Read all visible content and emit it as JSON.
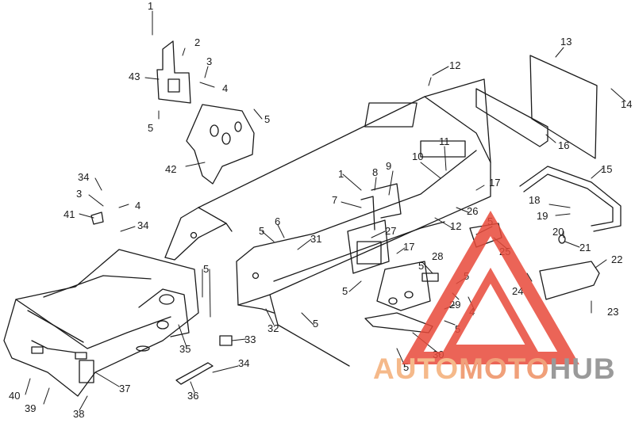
{
  "diagram": {
    "callouts": [
      {
        "id": "c1a",
        "label": "1"
      },
      {
        "id": "c2",
        "label": "2"
      },
      {
        "id": "c3a",
        "label": "3"
      },
      {
        "id": "c4a",
        "label": "4"
      },
      {
        "id": "c43",
        "label": "43"
      },
      {
        "id": "c5a",
        "label": "5"
      },
      {
        "id": "c5b",
        "label": "5"
      },
      {
        "id": "c42",
        "label": "42"
      },
      {
        "id": "c12a",
        "label": "12"
      },
      {
        "id": "c13",
        "label": "13"
      },
      {
        "id": "c14",
        "label": "14"
      },
      {
        "id": "c16",
        "label": "16"
      },
      {
        "id": "c15",
        "label": "15"
      },
      {
        "id": "c11",
        "label": "11"
      },
      {
        "id": "c10",
        "label": "10"
      },
      {
        "id": "c9",
        "label": "9"
      },
      {
        "id": "c8",
        "label": "8"
      },
      {
        "id": "c1b",
        "label": "1"
      },
      {
        "id": "c7",
        "label": "7"
      },
      {
        "id": "c17a",
        "label": "17"
      },
      {
        "id": "c26",
        "label": "26"
      },
      {
        "id": "c12b",
        "label": "12"
      },
      {
        "id": "c18",
        "label": "18"
      },
      {
        "id": "c19",
        "label": "19"
      },
      {
        "id": "c20",
        "label": "20"
      },
      {
        "id": "c21",
        "label": "21"
      },
      {
        "id": "c34a",
        "label": "34"
      },
      {
        "id": "c3b",
        "label": "3"
      },
      {
        "id": "c4b",
        "label": "4"
      },
      {
        "id": "c41",
        "label": "41"
      },
      {
        "id": "c34b",
        "label": "34"
      },
      {
        "id": "c6",
        "label": "6"
      },
      {
        "id": "c5c",
        "label": "5"
      },
      {
        "id": "c31",
        "label": "31"
      },
      {
        "id": "c27",
        "label": "27"
      },
      {
        "id": "c5d",
        "label": "5"
      },
      {
        "id": "c25",
        "label": "25"
      },
      {
        "id": "c17b",
        "label": "17"
      },
      {
        "id": "c5e",
        "label": "5"
      },
      {
        "id": "c28",
        "label": "28"
      },
      {
        "id": "c22",
        "label": "22"
      },
      {
        "id": "c5f",
        "label": "5"
      },
      {
        "id": "c5g",
        "label": "5"
      },
      {
        "id": "c24",
        "label": "24"
      },
      {
        "id": "c5h",
        "label": "5"
      },
      {
        "id": "c29",
        "label": "29"
      },
      {
        "id": "c4c",
        "label": "4"
      },
      {
        "id": "c23",
        "label": "23"
      },
      {
        "id": "c32",
        "label": "32"
      },
      {
        "id": "c5i",
        "label": "5"
      },
      {
        "id": "c5j",
        "label": "5"
      },
      {
        "id": "c30",
        "label": "30"
      },
      {
        "id": "c35",
        "label": "35"
      },
      {
        "id": "c33",
        "label": "33"
      },
      {
        "id": "c34c",
        "label": "34"
      },
      {
        "id": "c37",
        "label": "37"
      },
      {
        "id": "c36",
        "label": "36"
      },
      {
        "id": "c40",
        "label": "40"
      },
      {
        "id": "c39",
        "label": "39"
      },
      {
        "id": "c38",
        "label": "38"
      },
      {
        "id": "c5k",
        "label": "5"
      }
    ]
  },
  "watermark": {
    "part_a": "AUTO",
    "part_b": "MOTO",
    "part_c": "HUB",
    "colors": {
      "auto": "#f5b98a",
      "moto": "#f0a07a",
      "hub": "#9a9a9a",
      "triangle": "#e84a3a"
    }
  }
}
